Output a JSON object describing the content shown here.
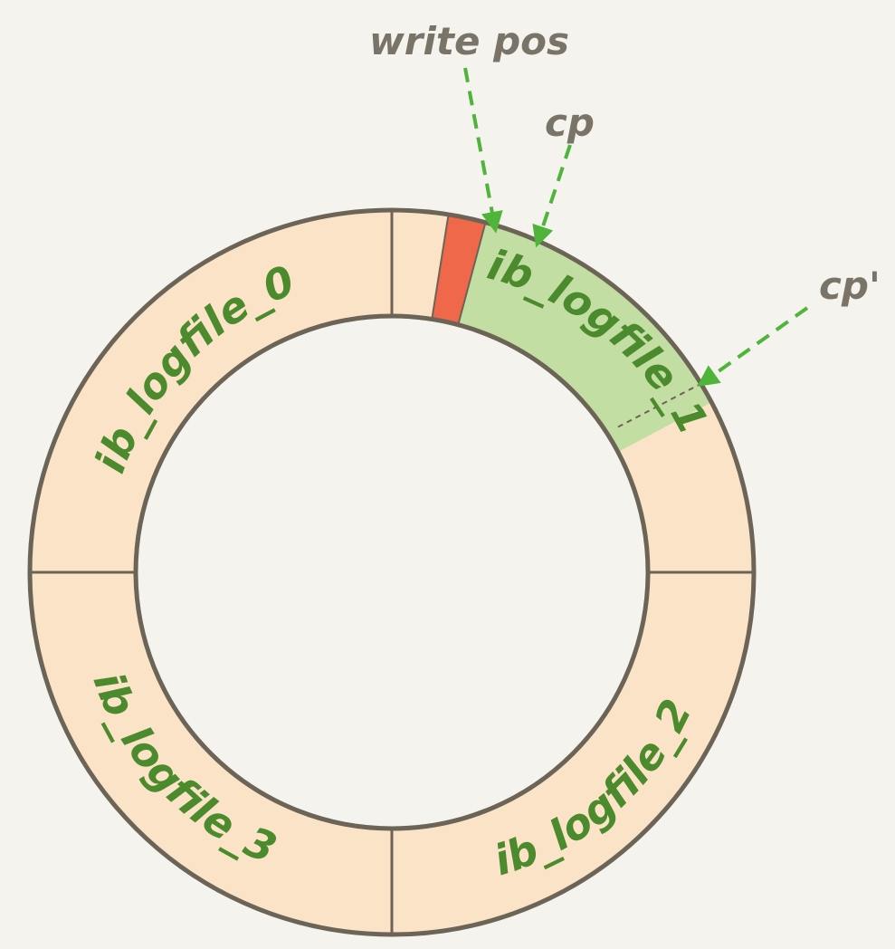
{
  "diagram": {
    "segments": [
      {
        "key": "seg0",
        "label": "ib_logfile_0"
      },
      {
        "key": "seg1",
        "label": "ib_logfile_1"
      },
      {
        "key": "seg2",
        "label": "ib_logfile_2"
      },
      {
        "key": "seg3",
        "label": "ib_logfile_3"
      }
    ],
    "markers": {
      "write_pos": "write pos",
      "cp": "cp",
      "cp_prime": "cp'"
    },
    "colors": {
      "ring_fill": "#fae3c6",
      "ring_stroke": "#6b6457",
      "written_region": "#f0684a",
      "checkpoint_region": "#c3dea3",
      "arrow": "#4fb43a",
      "label_green": "#4c8a2e",
      "marker_text": "#7a7468",
      "background": "#f4f3ee"
    }
  }
}
